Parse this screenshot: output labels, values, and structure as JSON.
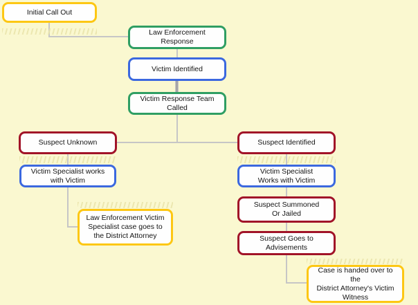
{
  "diagram": {
    "type": "flowchart",
    "colors": {
      "background": "#faf8d0",
      "gold_border": "#fdc713",
      "green_border": "#2f9e63",
      "blue_border": "#3b68df",
      "red_border": "#a11328",
      "connector": "#c6c6c6",
      "node_fill": "#fefefe",
      "text": "#141414"
    },
    "nodes": {
      "initial_call_out": {
        "label": "Initial Call Out",
        "border": "gold"
      },
      "law_enforcement_response": {
        "label": "Law Enforcement\nResponse",
        "border": "green"
      },
      "victim_identified": {
        "label": "Victim Identified",
        "border": "blue"
      },
      "victim_response_team": {
        "label": "Victim Response Team\nCalled",
        "border": "green"
      },
      "suspect_unknown": {
        "label": "Suspect Unknown",
        "border": "red"
      },
      "suspect_identified": {
        "label": "Suspect Identified",
        "border": "red"
      },
      "victim_specialist_left": {
        "label": "Victim Specialist works\nwith Victim",
        "border": "blue"
      },
      "victim_specialist_right": {
        "label": "Victim Specialist\nWorks with Victim",
        "border": "blue"
      },
      "le_case_to_da": {
        "label": "Law Enforcement Victim\nSpecialist case goes to\nthe District Attorney",
        "border": "gold"
      },
      "suspect_summoned": {
        "label": "Suspect Summoned\nOr Jailed",
        "border": "red"
      },
      "suspect_advisements": {
        "label": "Suspect Goes to\nAdvisements",
        "border": "red"
      },
      "case_handed_over": {
        "label": "Case is handed over to the\nDistrict Attorney's Victim\nWitness",
        "border": "gold"
      }
    },
    "edges": [
      {
        "from": "initial_call_out",
        "to": "law_enforcement_response"
      },
      {
        "from": "law_enforcement_response",
        "to": "victim_identified"
      },
      {
        "from": "victim_identified",
        "to": "victim_response_team"
      },
      {
        "from": "victim_response_team",
        "to": "suspect_unknown"
      },
      {
        "from": "victim_response_team",
        "to": "suspect_identified"
      },
      {
        "from": "suspect_unknown",
        "to": "victim_specialist_left"
      },
      {
        "from": "victim_specialist_left",
        "to": "le_case_to_da"
      },
      {
        "from": "suspect_identified",
        "to": "victim_specialist_right"
      },
      {
        "from": "victim_specialist_right",
        "to": "suspect_summoned"
      },
      {
        "from": "suspect_summoned",
        "to": "suspect_advisements"
      },
      {
        "from": "suspect_advisements",
        "to": "case_handed_over"
      }
    ]
  }
}
